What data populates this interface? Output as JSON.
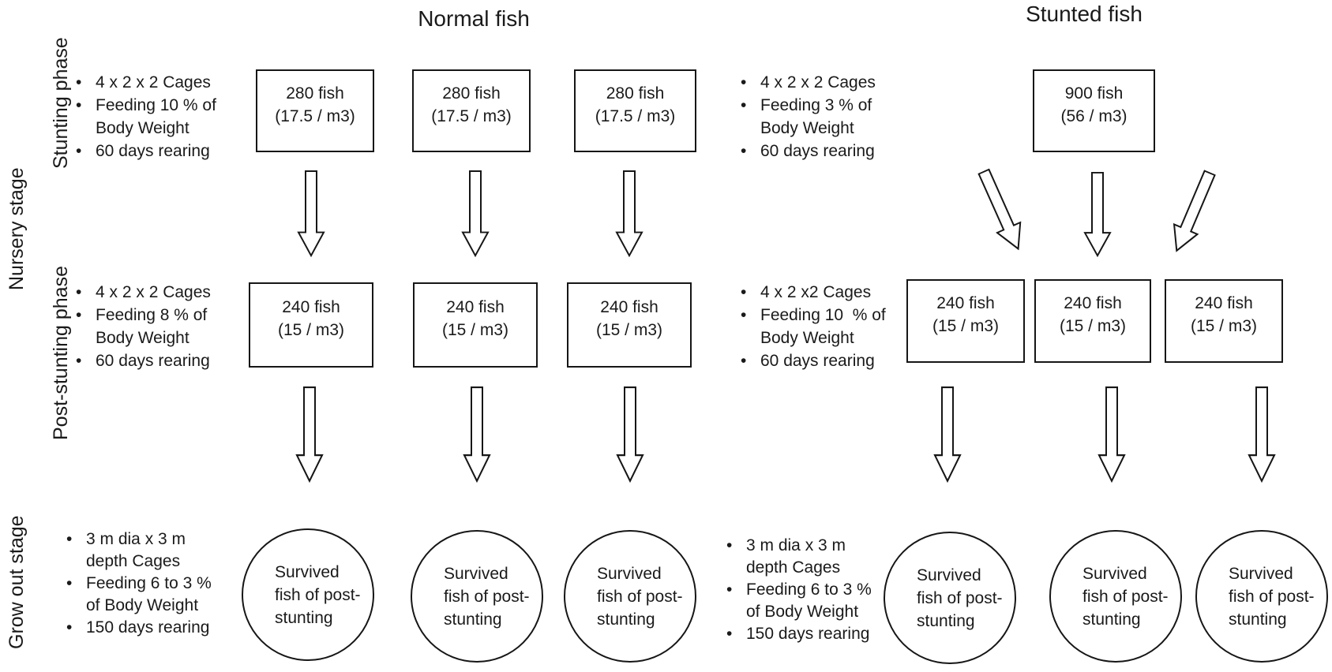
{
  "bullet_char": "•",
  "titles": {
    "normal": "Normal fish",
    "stunted": "Stunted fish"
  },
  "stage_labels": {
    "nursery": "Nursery stage",
    "stunting_phase": "Stunting phase",
    "post_stunting_phase": "Post-stunting phase",
    "grow_out": "Grow out stage"
  },
  "normal": {
    "stunting": {
      "bullets": [
        {
          "dot": true,
          "text": "4 x 2 x 2 Cages"
        },
        {
          "dot": true,
          "text": "Feeding 10 % of"
        },
        {
          "dot": false,
          "text": "Body Weight"
        },
        {
          "dot": true,
          "text": "60 days rearing"
        }
      ],
      "boxes": [
        {
          "line1": "280 fish",
          "line2": "(17.5 / m3)"
        },
        {
          "line1": "280 fish",
          "line2": "(17.5 / m3)"
        },
        {
          "line1": "280 fish",
          "line2": "(17.5 / m3)"
        }
      ]
    },
    "post_stunting": {
      "bullets": [
        {
          "dot": true,
          "text": "4 x 2 x 2 Cages"
        },
        {
          "dot": true,
          "text": "Feeding 8 % of"
        },
        {
          "dot": false,
          "text": "Body Weight"
        },
        {
          "dot": true,
          "text": "60 days rearing"
        }
      ],
      "boxes": [
        {
          "line1": "240 fish",
          "line2": "(15 / m3)"
        },
        {
          "line1": "240 fish",
          "line2": "(15 / m3)"
        },
        {
          "line1": "240 fish",
          "line2": "(15 / m3)"
        }
      ]
    },
    "grow_out": {
      "bullets": [
        {
          "dot": true,
          "text": "3 m dia x 3 m"
        },
        {
          "dot": false,
          "text": "depth Cages"
        },
        {
          "dot": true,
          "text": "Feeding 6 to 3 %"
        },
        {
          "dot": false,
          "text": "of Body Weight"
        },
        {
          "dot": true,
          "text": "150 days rearing"
        }
      ],
      "circles": [
        {
          "line1": "Survived",
          "line2": "fish of post-",
          "line3": "stunting"
        },
        {
          "line1": "Survived",
          "line2": "fish of post-",
          "line3": "stunting"
        },
        {
          "line1": "Survived",
          "line2": "fish of post-",
          "line3": "stunting"
        }
      ]
    }
  },
  "stunted": {
    "stunting": {
      "bullets": [
        {
          "dot": true,
          "text": "4 x 2 x 2 Cages"
        },
        {
          "dot": true,
          "text": "Feeding 3 % of"
        },
        {
          "dot": false,
          "text": "Body Weight"
        },
        {
          "dot": true,
          "text": "60 days rearing"
        }
      ],
      "boxes": [
        {
          "line1": "900 fish",
          "line2": "(56 / m3)"
        }
      ]
    },
    "post_stunting": {
      "bullets": [
        {
          "dot": true,
          "text": "4 x 2 x2 Cages"
        },
        {
          "dot": true,
          "text": "Feeding 10  % of"
        },
        {
          "dot": false,
          "text": "Body Weight"
        },
        {
          "dot": true,
          "text": "60 days rearing"
        }
      ],
      "boxes": [
        {
          "line1": "240 fish",
          "line2": "(15 / m3)"
        },
        {
          "line1": "240 fish",
          "line2": "(15 / m3)"
        },
        {
          "line1": "240 fish",
          "line2": "(15 / m3)"
        }
      ]
    },
    "grow_out": {
      "bullets": [
        {
          "dot": true,
          "text": "3 m dia x 3 m"
        },
        {
          "dot": false,
          "text": "depth Cages"
        },
        {
          "dot": true,
          "text": "Feeding 6 to 3 %"
        },
        {
          "dot": false,
          "text": "of Body Weight"
        },
        {
          "dot": true,
          "text": "150 days rearing"
        }
      ],
      "circles": [
        {
          "line1": "Survived",
          "line2": "fish of post-",
          "line3": "stunting"
        },
        {
          "line1": "Survived",
          "line2": "fish of post-",
          "line3": "stunting"
        },
        {
          "line1": "Survived",
          "line2": "fish of post-",
          "line3": "stunting"
        }
      ]
    }
  }
}
